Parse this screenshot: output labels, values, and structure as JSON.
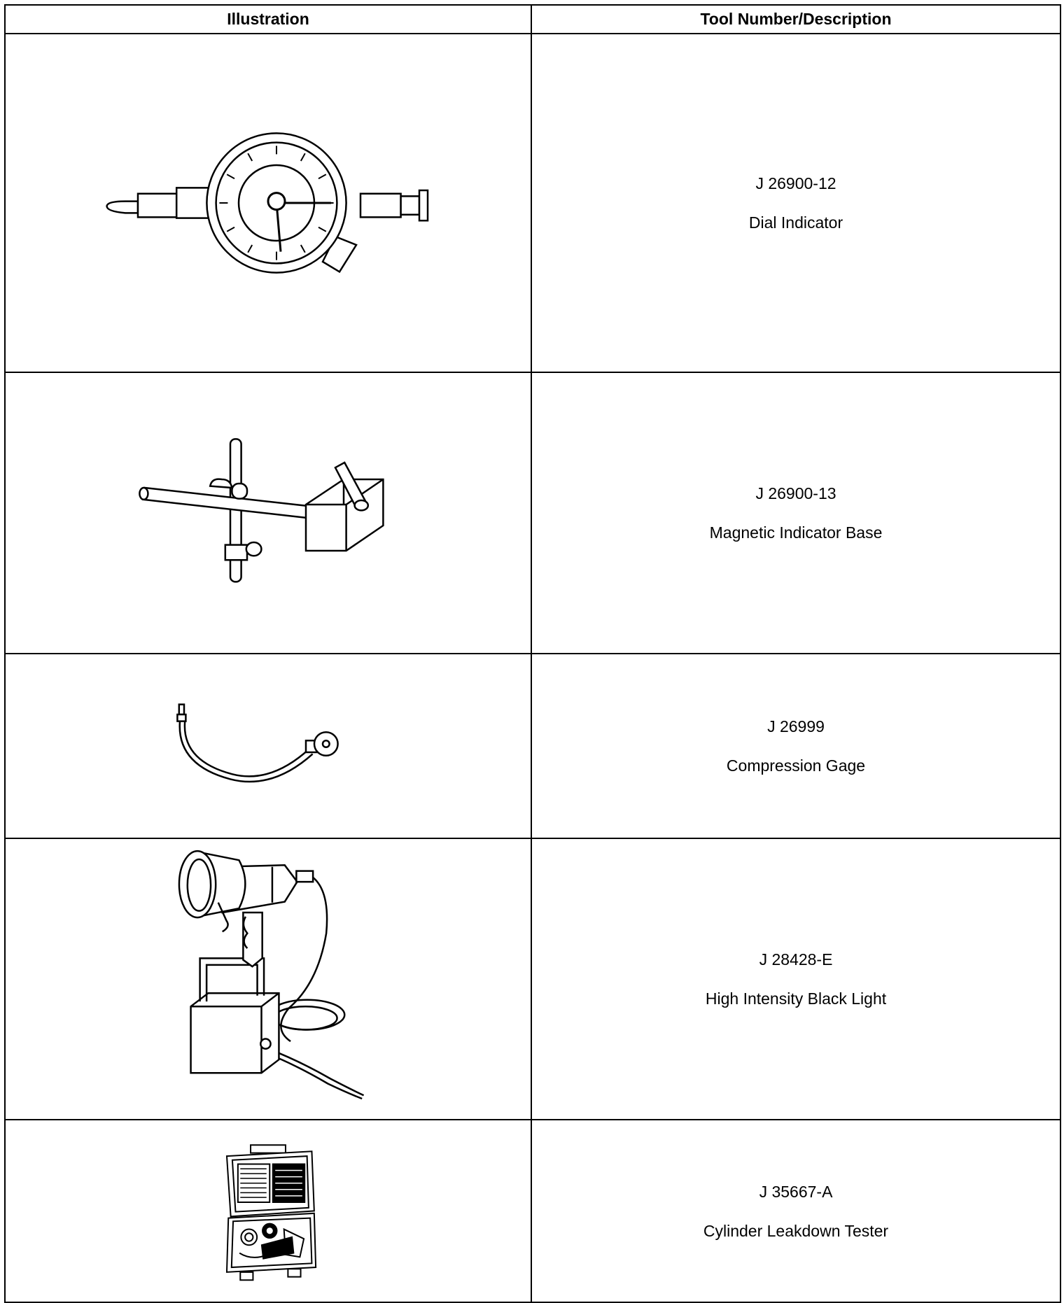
{
  "header": {
    "illustration": "Illustration",
    "description": "Tool Number/Description"
  },
  "tools": [
    {
      "number": "J 26900-12",
      "name": "Dial Indicator",
      "icon": "dial-indicator-icon"
    },
    {
      "number": "J 26900-13",
      "name": "Magnetic Indicator Base",
      "icon": "magnetic-indicator-base-icon"
    },
    {
      "number": "J 26999",
      "name": "Compression Gage",
      "icon": "compression-gage-icon"
    },
    {
      "number": "J 28428-E",
      "name": "High Intensity Black Light",
      "icon": "black-light-icon"
    },
    {
      "number": "J 35667-A",
      "name": "Cylinder Leakdown Tester",
      "icon": "leakdown-tester-icon"
    }
  ]
}
